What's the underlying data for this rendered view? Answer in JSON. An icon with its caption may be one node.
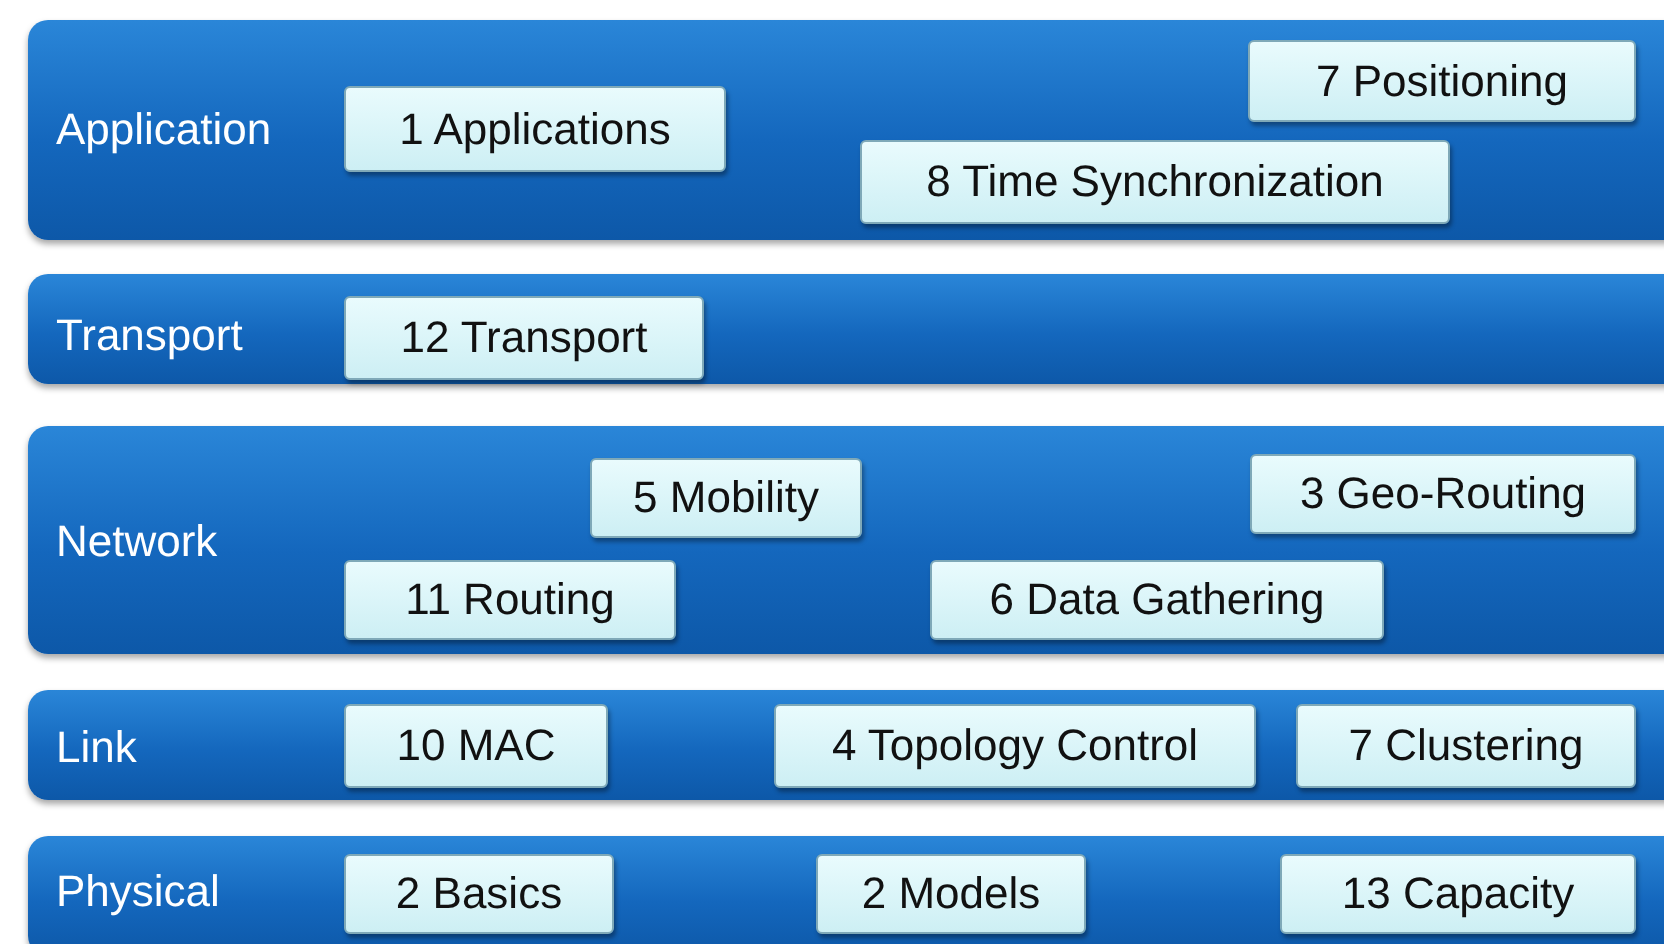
{
  "diagram": {
    "nodes": [
      {
        "text": [
          "Application"
        ]
      },
      {
        "text": [
          "1 Applications"
        ],
        "in": 0
      },
      {
        "text": [
          "7 Positioning"
        ],
        "in": 0
      },
      {
        "text": [
          "8 Time Synchronization"
        ],
        "in": 0
      },
      {
        "text": [
          "Transport"
        ]
      },
      {
        "text": [
          "12 Transport"
        ],
        "in": 4
      },
      {
        "text": [
          "Network"
        ]
      },
      {
        "text": [
          "5 Mobility"
        ],
        "in": 6
      },
      {
        "text": [
          "3 Geo-Routing"
        ],
        "in": 6
      },
      {
        "text": [
          "11 Routing"
        ],
        "in": 6
      },
      {
        "text": [
          "6 Data Gathering"
        ],
        "in": 6
      },
      {
        "text": [
          "Link"
        ]
      },
      {
        "text": [
          "10 MAC"
        ],
        "in": 11
      },
      {
        "text": [
          "4 Topology Control"
        ],
        "in": 11
      },
      {
        "text": [
          "7 Clustering"
        ],
        "in": 11
      },
      {
        "text": [
          "Physical"
        ]
      },
      {
        "text": [
          "2 Basics"
        ],
        "in": 15
      },
      {
        "text": [
          "2 Models"
        ],
        "in": 15
      },
      {
        "text": [
          "13 Capacity"
        ],
        "in": 15
      }
    ]
  }
}
